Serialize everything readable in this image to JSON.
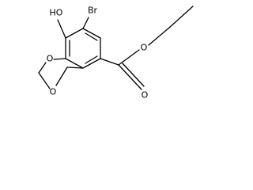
{
  "molecule": {
    "labels": {
      "hydroxyl": "HO",
      "bromine": "Br",
      "ring_oxygen_upper": "O",
      "ring_oxygen_lower": "O",
      "carbonyl_oxygen": "O",
      "ester_oxygen": "O"
    },
    "colors": {
      "bond": "#000000",
      "text": "#000000",
      "background": "#ffffff"
    }
  }
}
